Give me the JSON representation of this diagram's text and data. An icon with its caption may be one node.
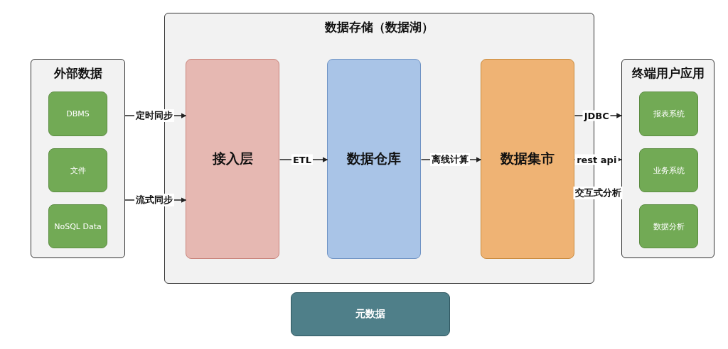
{
  "diagram": {
    "nodes": [
      {
        "text": [
          "外部数据"
        ]
      },
      {
        "text": [
          "DBMS"
        ],
        "in": 0
      },
      {
        "text": [
          "文件"
        ],
        "in": 0
      },
      {
        "text": [
          "NoSQL Data"
        ],
        "in": 0
      },
      {
        "text": [
          "数据存储（数据湖）"
        ]
      },
      {
        "text": [
          "接入层"
        ],
        "in": 4
      },
      {
        "text": [
          "数据仓库"
        ],
        "in": 4
      },
      {
        "text": [
          "数据集市"
        ],
        "in": 4
      },
      {
        "text": [
          "终端用户应用"
        ]
      },
      {
        "text": [
          "报表系统"
        ],
        "in": 8
      },
      {
        "text": [
          "业务系统"
        ],
        "in": 8
      },
      {
        "text": [
          "数据分析"
        ],
        "in": 8
      },
      {
        "text": [
          "元数据"
        ]
      }
    ],
    "edges": [
      {
        "from": 0,
        "to": 5,
        "arrow": "to",
        "label": "定时同步"
      },
      {
        "from": 0,
        "to": 5,
        "arrow": "to",
        "label": "流式同步"
      },
      {
        "from": 5,
        "to": 6,
        "arrow": "to",
        "label": "ETL"
      },
      {
        "from": 6,
        "to": 7,
        "arrow": "to",
        "label": "离线计算"
      },
      {
        "from": 7,
        "to": 8,
        "arrow": "to",
        "label": "JDBC"
      },
      {
        "from": 7,
        "to": 8,
        "arrow": "to",
        "label": "rest api"
      }
    ],
    "labels": [
      "交互式分析"
    ]
  }
}
